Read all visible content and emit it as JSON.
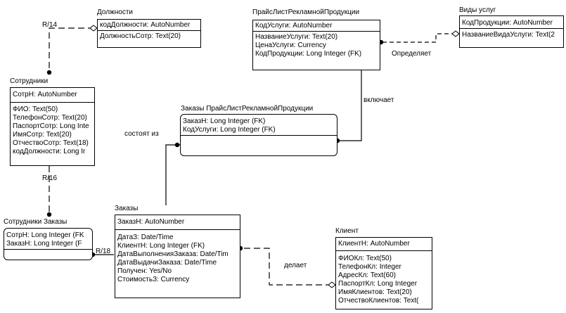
{
  "entities": {
    "dolzhnosti": {
      "title": "Должности",
      "pk": [
        "кодДолжности: AutoNumber"
      ],
      "attrs": [
        "ДолжностьСотр: Text(20)"
      ]
    },
    "prais": {
      "title": "ПрайсЛистРекламнойПродукции",
      "pk": [
        "КодУслуги: AutoNumber"
      ],
      "attrs": [
        "НазваниеУслуги: Text(20)",
        "ЦенаУслуги: Currency",
        "КодПродукции: Long Integer (FK)"
      ]
    },
    "vidy": {
      "title": "Виды услуг",
      "pk": [
        "КодПродукции: AutoNumber"
      ],
      "attrs": [
        "НазваниеВидаУслуги: Text(2"
      ]
    },
    "sotrudniki": {
      "title": "Сотрудники",
      "pk": [
        "СотрН: AutoNumber"
      ],
      "attrs": [
        "ФИО: Text(50)",
        "ТелефонСотр: Text(20)",
        "ПаспортСотр: Long Inte",
        "ИмяСотр: Text(20)",
        "ОтчествоСотр: Text(18)",
        "кодДолжности: Long Ir"
      ]
    },
    "zakazyprais": {
      "title": "Заказы ПрайсЛистРекламнойПродукции",
      "pk": [
        "ЗаказН: Long Integer (FK)",
        "КодУслуги: Long Integer (FK)"
      ],
      "attrs": []
    },
    "sotrzakazy": {
      "title": "Сотрудники Заказы",
      "pk": [
        "СотрН: Long Integer (FK",
        "ЗаказН: Long Integer (F"
      ],
      "attrs": []
    },
    "zakazy": {
      "title": "Заказы",
      "pk": [
        "ЗаказН: AutoNumber"
      ],
      "attrs": [
        "ДатаЗ: Date/Time",
        "КлиентН: Long Integer (FK)",
        "ДатаВыполненияЗаказа: Date/Tim",
        "ДатаВыдачиЗаказа: Date/Time",
        "Получен: Yes/No",
        "СтоимостьЗ: Currency"
      ]
    },
    "klient": {
      "title": "Клиент",
      "pk": [
        "КлиентН: AutoNumber"
      ],
      "attrs": [
        "ФИОКл: Text(50)",
        "ТелефонКл: Integer",
        "АдресКл: Text(60)",
        "ПаспортКл: Long Integer",
        "ИмяКлиентов: Text(20)",
        "ОтчествоКлиентов: Text("
      ]
    }
  },
  "relationships": {
    "r14": "R/14",
    "r16": "R/16",
    "r18": "R/18",
    "opredelyaet": "Определяет",
    "vklyuchaet": "включает",
    "sostoyat": "состоят из",
    "delaet": "делает"
  }
}
